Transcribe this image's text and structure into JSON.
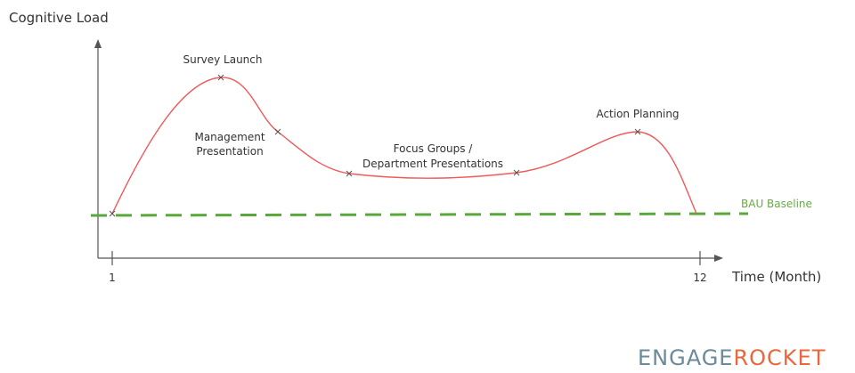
{
  "y_axis_label": "Cognitive Load",
  "x_axis_label": "Time (Month)",
  "x_ticks": [
    "1",
    "12"
  ],
  "baseline_label": "BAU Baseline",
  "events": [
    {
      "lines": [
        "Survey Launch"
      ]
    },
    {
      "lines": [
        "Management",
        "Presentation"
      ]
    },
    {
      "lines": [
        "Focus Groups /",
        "Department Presentations"
      ]
    },
    {
      "lines": [
        "Action Planning"
      ]
    }
  ],
  "logo": {
    "left": "ENGAGE",
    "right": "ROCKET"
  },
  "colors": {
    "curve": "#f05a5a",
    "baseline": "#5aa83c",
    "baseline_text": "#6aaa44",
    "axis": "#555555",
    "text": "#333333",
    "logo_left": "#6b8a9a",
    "logo_right": "#e8673c"
  }
}
